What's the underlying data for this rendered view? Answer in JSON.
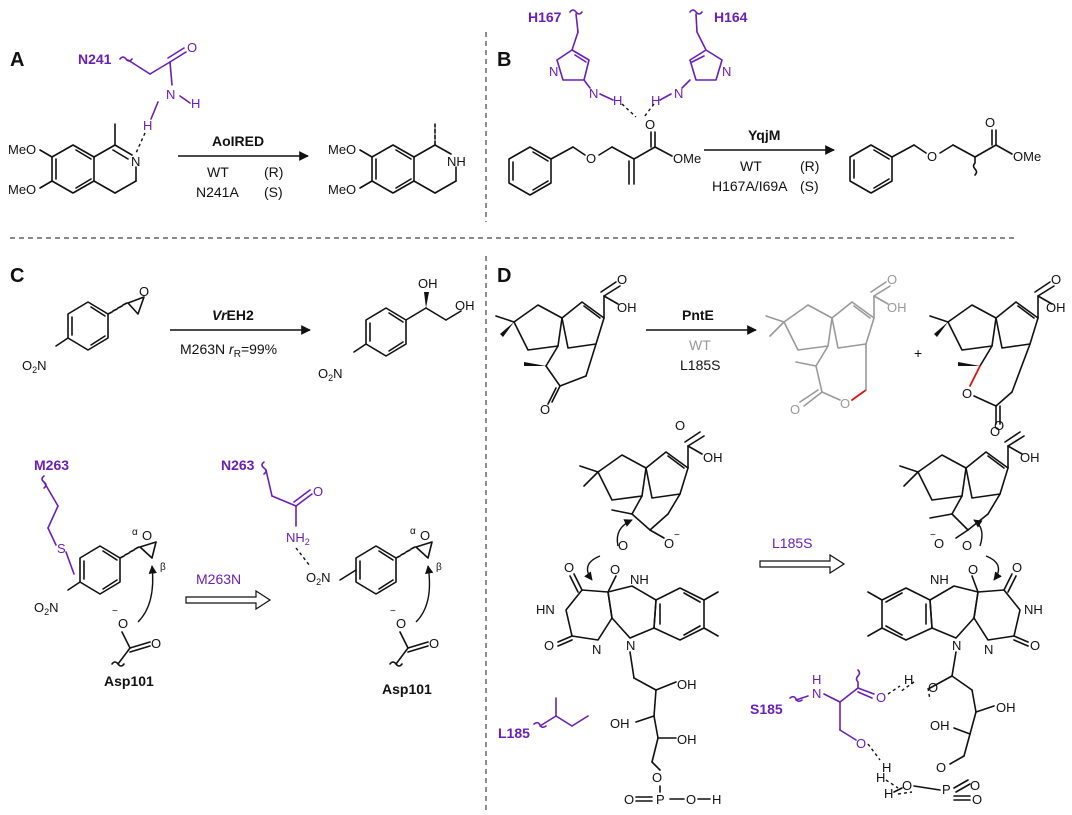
{
  "panels": {
    "A": {
      "letter": "A",
      "residue": "N241",
      "enzyme": "AoIRED",
      "wt_label": "WT",
      "wt_config": "(R)",
      "mut_label": "N241A",
      "mut_config": "(S)",
      "methoxy": "MeO",
      "n_label": "N",
      "h_label": "H",
      "nh_label": "NH",
      "o_label": "O"
    },
    "B": {
      "letter": "B",
      "residue_1": "H167",
      "residue_2": "H164",
      "enzyme": "YqjM",
      "wt_label": "WT",
      "wt_config": "(R)",
      "mut_label": "H167A/I69A",
      "mut_config": "(S)",
      "ester": "OMe",
      "o_label": "O",
      "n_label": "N",
      "h_label": "H"
    },
    "C": {
      "letter": "C",
      "enzyme_prefix": "Vr",
      "enzyme_suffix": "EH2",
      "condition_prefix": "M263N ",
      "condition_r": "r",
      "condition_sub": "R",
      "condition_value": "=99%",
      "residue_before": "M263",
      "residue_after": "N263",
      "mutation_arrow": "M263N",
      "asp_label": "Asp101",
      "nitro": "O2N",
      "oh_label": "OH",
      "o_label": "O",
      "s_label": "S",
      "nh2_label": "NH2",
      "alpha": "α",
      "beta": "β",
      "minus": "−"
    },
    "D": {
      "letter": "D",
      "enzyme": "PntE",
      "wt_label": "WT",
      "mut_label": "L185S",
      "mutation_arrow": "L185S",
      "residue_before": "L185",
      "residue_after": "S185",
      "plus": "+",
      "oh_label": "OH",
      "o_label": "O",
      "n_label": "N",
      "h_label": "H",
      "hn_label": "HN",
      "nh_label": "NH",
      "p_label": "P",
      "minus": "−"
    }
  },
  "colors": {
    "residue": "#6a1fb5",
    "minor_product": "#9a9a9a",
    "new_bond": "#e01010",
    "ink": "#111111"
  }
}
